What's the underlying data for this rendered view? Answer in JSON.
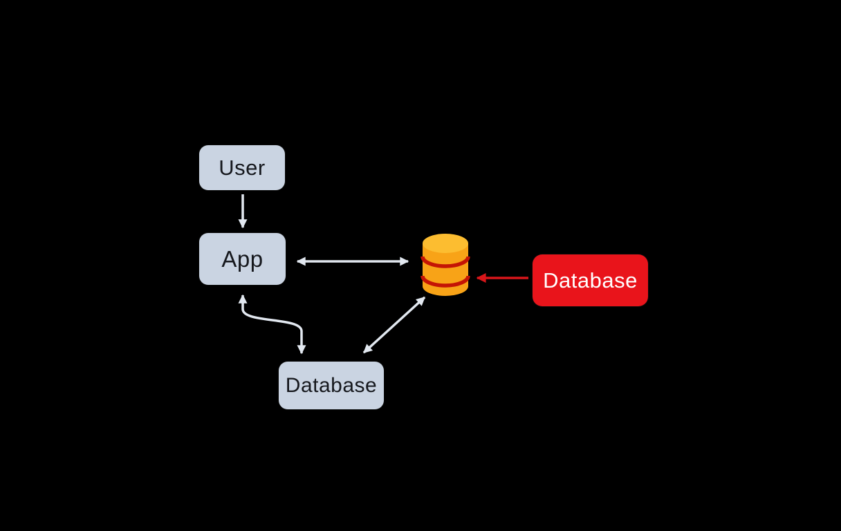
{
  "diagram": {
    "nodes": {
      "user": {
        "label": "User"
      },
      "app": {
        "label": "App"
      },
      "database": {
        "label": "Database"
      },
      "database_highlight": {
        "label": "Database"
      },
      "database_icon": {
        "name": "database-cylinder-icon"
      }
    },
    "edges": [
      {
        "from": "User",
        "to": "App",
        "type": "single-arrow-down"
      },
      {
        "from": "App",
        "to": "database-cylinder-icon",
        "type": "double-headed-horizontal-arrow"
      },
      {
        "from": "App",
        "to": "Database",
        "type": "double-headed-curved-s-arrow"
      },
      {
        "from": "Database",
        "to": "database-cylinder-icon",
        "type": "double-headed-diagonal-arrow"
      },
      {
        "from": "Database (highlight)",
        "to": "database-cylinder-icon",
        "type": "red-single-arrow-left"
      }
    ],
    "colors": {
      "background": "#000000",
      "node_fill": "#cad4e2",
      "node_text": "#16181d",
      "arrow": "#e2e8f0",
      "highlight_fill": "#e9141b",
      "highlight_text": "#ffffff",
      "highlight_arrow": "#d8161a",
      "cylinder_top": "#fcbd30",
      "cylinder_body": "#f8a317",
      "cylinder_stripe": "#c41405"
    }
  }
}
